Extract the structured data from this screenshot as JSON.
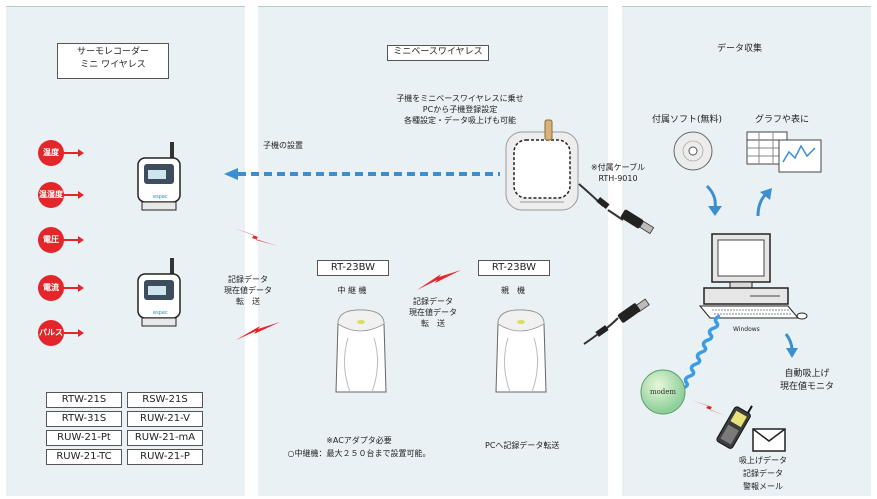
{
  "left_panel": {
    "title_line1": "サーモレコーダー",
    "title_line2": "ミニ ワイヤレス",
    "badges": [
      "温度",
      "温湿度",
      "電圧",
      "電流",
      "パルス"
    ],
    "device_brand": "espec",
    "models": [
      [
        "RTW-21S",
        "RSW-21S"
      ],
      [
        "RTW-31S",
        "RUW-21-V"
      ],
      [
        "RUW-21-Pt",
        "RUW-21-mA"
      ],
      [
        "RUW-21-TC",
        "RUW-21-P"
      ]
    ],
    "transfer_label_1": "記録データ",
    "transfer_label_2": "現在値データ",
    "transfer_label_3": "転　送"
  },
  "middle_panel": {
    "title": "ミニベースワイヤレス",
    "setup_line1": "子機をミニベースワイヤレスに乗せ",
    "setup_line2": "PCから子機登録設定",
    "setup_line3": "各種設定・データ吸上げも可能",
    "install_label": "子機の設置",
    "cable_line1": "※付属ケーブル",
    "cable_line2": "RTH-9010",
    "relay_model": "RT-23BW",
    "relay_name": "中 継 機",
    "parent_model": "RT-23BW",
    "parent_name": "親　機",
    "transfer_label_1": "記録データ",
    "transfer_label_2": "現在値データ",
    "transfer_label_3": "転　送",
    "note_line1": "※ACアダプタ必要",
    "note_line2": "○中継機：最大２５０台まで設置可能。",
    "pc_transfer": "PCへ記録データ転送"
  },
  "right_panel": {
    "title": "データ収集",
    "software_label": "付属ソフト(無料)",
    "graph_label": "グラフや表に",
    "windows_label": "Windows",
    "auto_line1": "自動吸上げ",
    "auto_line2": "現在値モニタ",
    "modem_label": "modem",
    "mail_line1": "吸上げデータ",
    "mail_line2": "記録データ",
    "mail_line3": "警報メール"
  },
  "colors": {
    "panel_bg": "#e9f1f5",
    "badge_red": "#e3262a",
    "dashed_blue": "#3b8fd1",
    "arrow_blue": "#3b8fd1",
    "coil_blue": "#3b9ce6"
  }
}
